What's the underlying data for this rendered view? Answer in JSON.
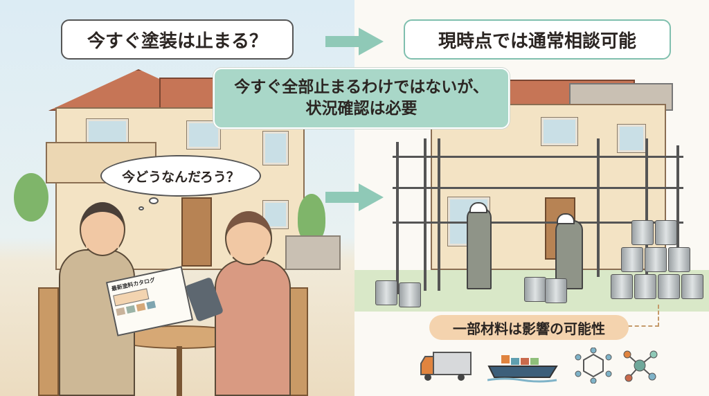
{
  "question_box": {
    "text": "今すぐ塗装は止まる？"
  },
  "answer_box": {
    "text": "現時点では通常相談可能"
  },
  "summary_box": {
    "line1": "今すぐ全部止まるわけではないが、",
    "line2": "状況確認は必要"
  },
  "thought_bubble": {
    "text": "今どうなんだろう？"
  },
  "catalog": {
    "title": "最新塗料カタログ"
  },
  "material_label": {
    "text": "一部材料は影響の可能性"
  },
  "icons": [
    "truck-icon",
    "cargo-ship-icon",
    "molecule-icon",
    "molecule-icon"
  ],
  "colors": {
    "teal": "#8fc9b7",
    "teal_box": "#a9d7c8",
    "peach": "#f4d3ae",
    "roof": "#c67556"
  }
}
